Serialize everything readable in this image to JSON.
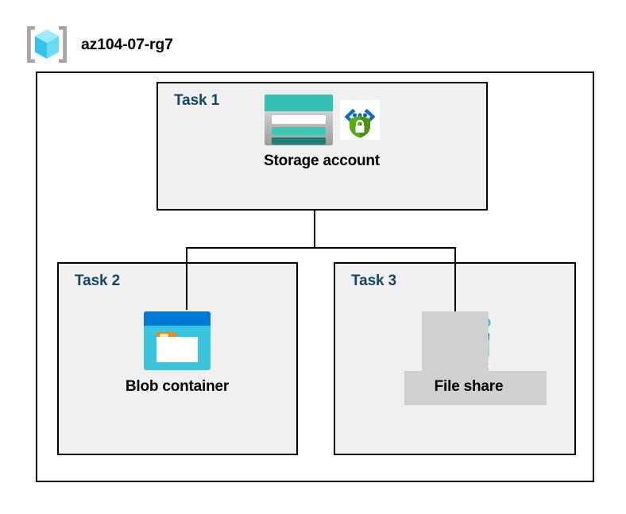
{
  "header": {
    "title": "az104-07-rg7",
    "icon": "resource-group-icon"
  },
  "diagram": {
    "type": "azure-architecture",
    "container_label": "az104-07-rg7",
    "tasks": [
      {
        "label": "Task 1",
        "node_caption": "Storage account",
        "icons": [
          "storage-account-icon",
          "secure-private-endpoint-icon"
        ],
        "highlighted": false
      },
      {
        "label": "Task 2",
        "node_caption": "Blob container",
        "icons": [
          "blob-container-icon"
        ],
        "highlighted": false
      },
      {
        "label": "Task 3",
        "node_caption": "File share",
        "icons": [
          "file-share-icon"
        ],
        "highlighted": true
      }
    ],
    "connections": [
      {
        "from": "Storage account",
        "to": "Blob container"
      },
      {
        "from": "Storage account",
        "to": "File share"
      }
    ]
  },
  "colors": {
    "task_label": "#14456b",
    "task_fill": "#f0f0f0",
    "border": "#000000",
    "highlight_plate": "#d0d0d0",
    "azure_blue": "#0078d4",
    "storage_teal": "#37bfb1",
    "shield_green": "#5aa917",
    "blob_cyan": "#32c5e6",
    "blob_orange": "#f2890c"
  }
}
